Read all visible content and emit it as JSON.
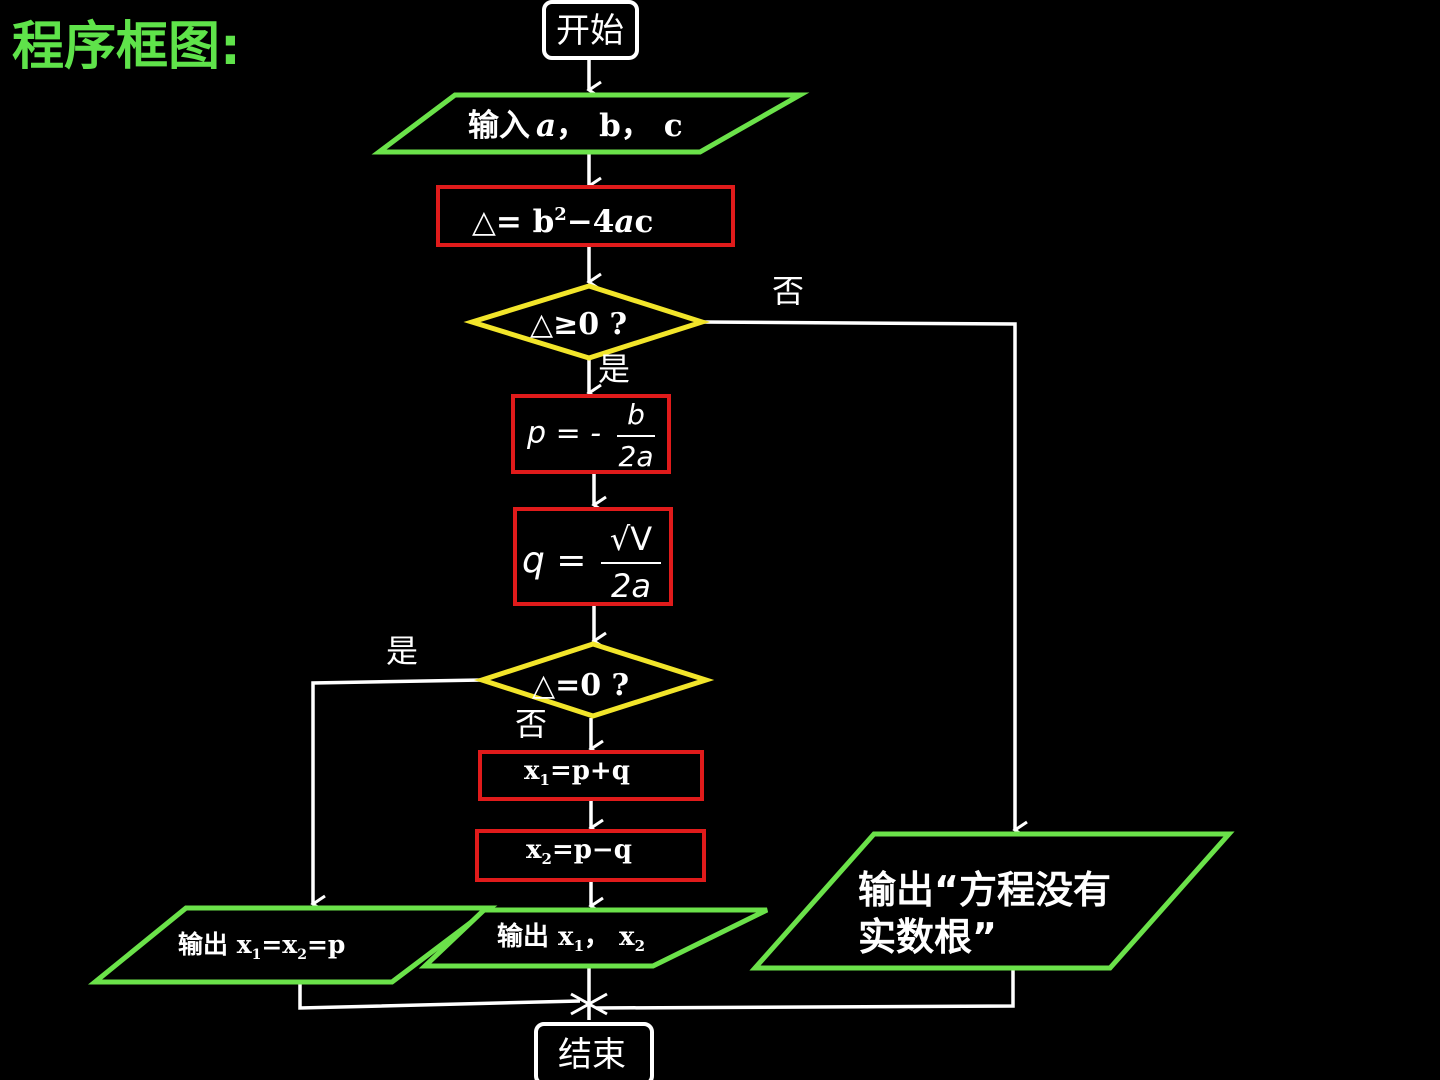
{
  "title": "程序框图:",
  "nodes": {
    "start": "开始",
    "input": "输入",
    "input_a": "a",
    "input_sep1": "，",
    "input_b": "b",
    "input_sep2": "，",
    "input_c": "c",
    "delta_a": "△= b",
    "delta_sup": "2",
    "delta_b": "−4",
    "delta_a_var": "a",
    "delta_c": "c",
    "cond1": "△≥0 ?",
    "p_lhs": "p = -",
    "p_num": "b",
    "p_den": "2a",
    "q_lhs": "q =",
    "q_num": "√V",
    "q_den": "2a",
    "cond2": "△=0 ?",
    "x1_a": "x",
    "x1_sub": "1",
    "x1_b": "=p+q",
    "x2_a": "x",
    "x2_sub": "2",
    "x2_b": "=p−q",
    "out_eq_a": "输出 x",
    "out_eq_s1": "1",
    "out_eq_b": "=x",
    "out_eq_s2": "2",
    "out_eq_c": "=p",
    "out_two_a": "输出 x",
    "out_two_s1": "1",
    "out_two_b": "，  x",
    "out_two_s2": "2",
    "out_none_l1": "输出“方程没有",
    "out_none_l2": "实数根”",
    "end": "结束"
  },
  "labels": {
    "yes1": "是",
    "no1": "否",
    "yes2": "是",
    "no2": "否"
  },
  "colors": {
    "background": "#000000",
    "title": "#5fe34a",
    "io_border": "#6be24a",
    "process_border": "#e01b1b",
    "decision_border": "#f2e52a",
    "line": "#ffffff"
  }
}
